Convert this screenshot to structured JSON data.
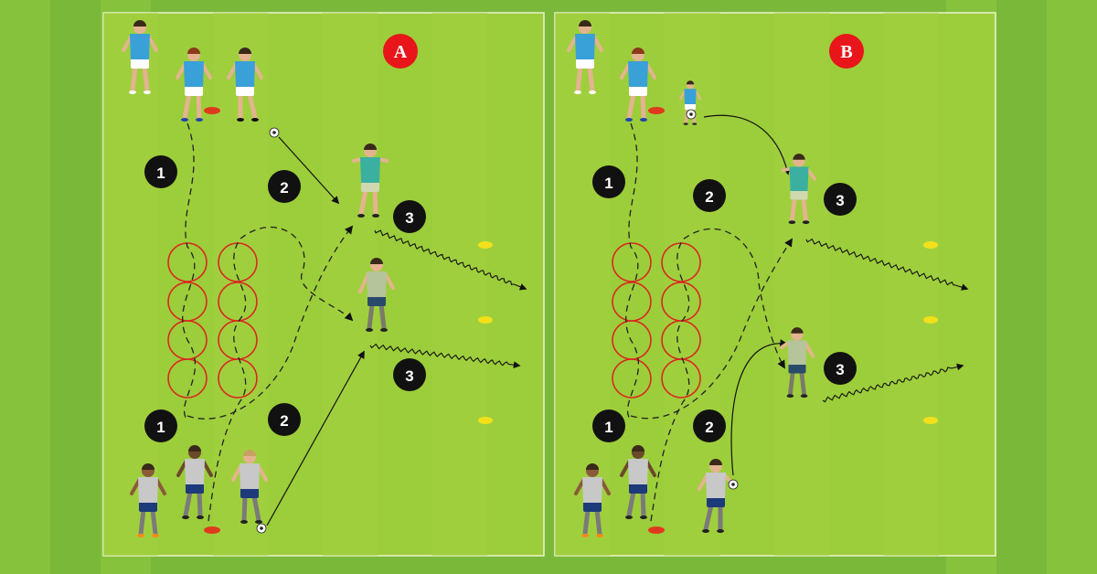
{
  "diagrams": [
    {
      "label": "A",
      "step_numbers": [
        "1",
        "2",
        "3",
        "1",
        "2",
        "3"
      ]
    },
    {
      "label": "B",
      "step_numbers": [
        "1",
        "2",
        "3",
        "1",
        "2",
        "3"
      ]
    }
  ],
  "colors": {
    "grass_light": "#9ccd3a",
    "grass_dark": "#8fc332",
    "background": "#7ab83a",
    "panel_label_bg": "#e8161a",
    "number_marker_bg": "#111111",
    "hoop": "#d9281e",
    "cone_red": "#e03a1e",
    "cone_yellow": "#f1e01a",
    "team_blue_shirt": "#3aa0d8",
    "team_teal_shirt": "#3bb0a0",
    "team_grey_shirt": "#c8c8c8",
    "shorts_navy": "#1d3a7a"
  },
  "icons": [
    "player-figure-icon",
    "soccer-ball-icon",
    "cone-icon",
    "hoop-icon",
    "dashed-run-arrow-icon",
    "pass-arrow-icon",
    "dribble-arrow-icon"
  ]
}
